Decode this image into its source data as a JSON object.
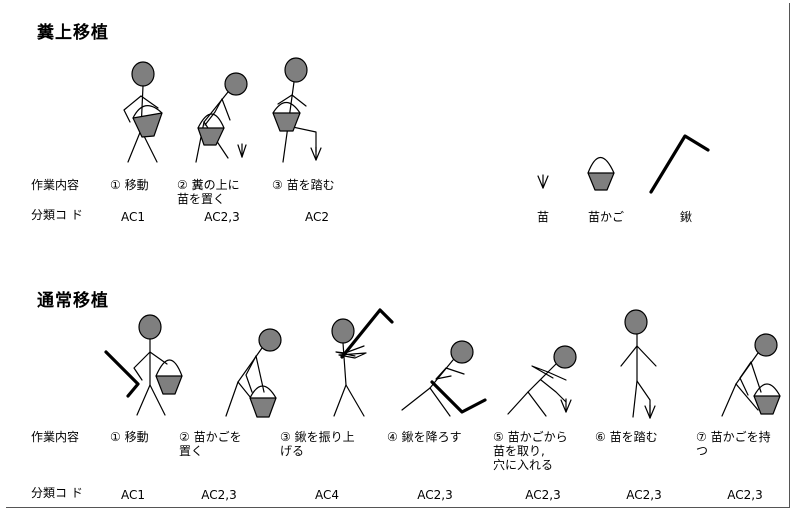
{
  "sections": {
    "top": {
      "title": "糞上移植",
      "row_label_task": "作業内容",
      "row_label_code": "分類コ ド",
      "steps": [
        {
          "label": "① 移動",
          "code": "AC1"
        },
        {
          "label": "② 糞の上に\n苗を置く",
          "code": "AC2,3"
        },
        {
          "label": "③ 苗を踏む",
          "code": "AC2"
        }
      ],
      "legend": [
        {
          "label": "苗",
          "icon": "seedling-icon"
        },
        {
          "label": "苗かご",
          "icon": "basket-icon"
        },
        {
          "label": "鍬",
          "icon": "hoe-icon"
        }
      ]
    },
    "bottom": {
      "title": "通常移植",
      "row_label_task": "作業内容",
      "row_label_code": "分類コ ド",
      "steps": [
        {
          "label": "① 移動",
          "code": "AC1"
        },
        {
          "label": "② 苗かごを\n置く",
          "code": "AC2,3"
        },
        {
          "label": "③ 鍬を振り上\nげる",
          "code": "AC4"
        },
        {
          "label": "④ 鍬を降ろす",
          "code": "AC2,3"
        },
        {
          "label": "⑤ 苗かごから\n苗を取り,\n穴に入れる",
          "code": "AC2,3"
        },
        {
          "label": "⑥ 苗を踏む",
          "code": "AC2,3"
        },
        {
          "label": "⑦ 苗かごを持\nつ",
          "code": "AC2,3"
        }
      ]
    }
  },
  "colors": {
    "fill": "#7f7f7f",
    "line": "#000000"
  }
}
